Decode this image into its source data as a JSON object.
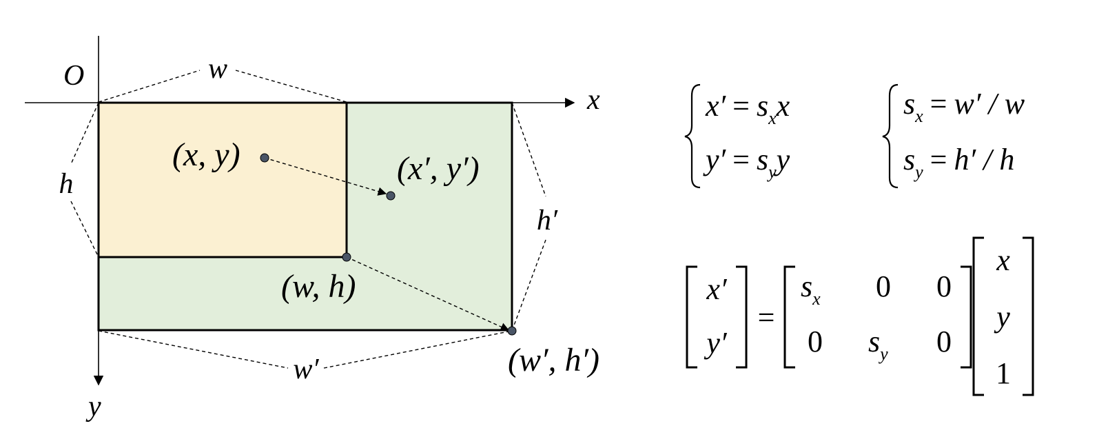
{
  "diagram": {
    "origin_label": "O",
    "x_axis_label": "x",
    "y_axis_label": "y",
    "width_label": "w",
    "height_label": "h",
    "width_scaled_label": "w′",
    "height_scaled_label": "h′",
    "point_xy_label": "(x, y)",
    "point_scaled_label": "(x′, y′)",
    "corner_label": "(w, h)",
    "corner_scaled_label": "(w′, h′)",
    "colors": {
      "original_rect_fill": "#fbf0d2",
      "scaled_rect_fill": "#e2eedb",
      "point_fill": "#4a5566",
      "stroke": "#000000"
    }
  },
  "equations": {
    "system1": {
      "line1": {
        "lhs": "x′",
        "op": "=",
        "coef": "s",
        "coef_sub": "x",
        "var": "x"
      },
      "line2": {
        "lhs": "y′",
        "op": "=",
        "coef": "s",
        "coef_sub": "y",
        "var": "y"
      }
    },
    "system2": {
      "line1": {
        "lhs": "s",
        "lhs_sub": "x",
        "op": "=",
        "rhs": "w′ / w"
      },
      "line2": {
        "lhs": "s",
        "lhs_sub": "y",
        "op": "=",
        "rhs": "h′ / h"
      }
    },
    "matrix_equation": {
      "left_vector": [
        "x′",
        "y′"
      ],
      "equals": "=",
      "matrix": {
        "r1c1": "s",
        "r1c1_sub": "x",
        "r1c2": "0",
        "r1c3": "0",
        "r2c1": "0",
        "r2c2": "s",
        "r2c2_sub": "y",
        "r2c3": "0"
      },
      "right_vector": [
        "x",
        "y",
        "1"
      ]
    }
  }
}
